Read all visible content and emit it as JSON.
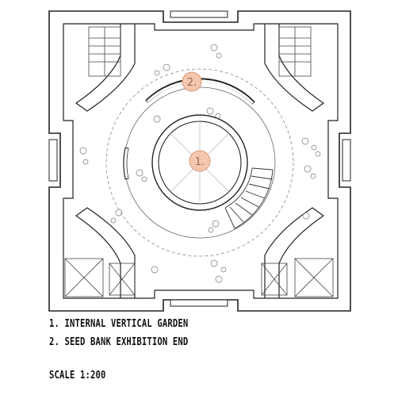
{
  "plan": {
    "markers": [
      {
        "id": "1",
        "label": "1."
      },
      {
        "id": "2",
        "label": "2."
      }
    ],
    "colors": {
      "wall_fill": "#ffffff",
      "wall_stroke": "#222222",
      "marker_fill": "#f2c7ae",
      "marker_stroke": "#d9987a",
      "line": "#555555",
      "dashed": "#888888"
    }
  },
  "legend": {
    "items": [
      "1. INTERNAL VERTICAL GARDEN",
      "2. SEED BANK EXHIBITION END"
    ],
    "scale": "SCALE 1:200"
  }
}
